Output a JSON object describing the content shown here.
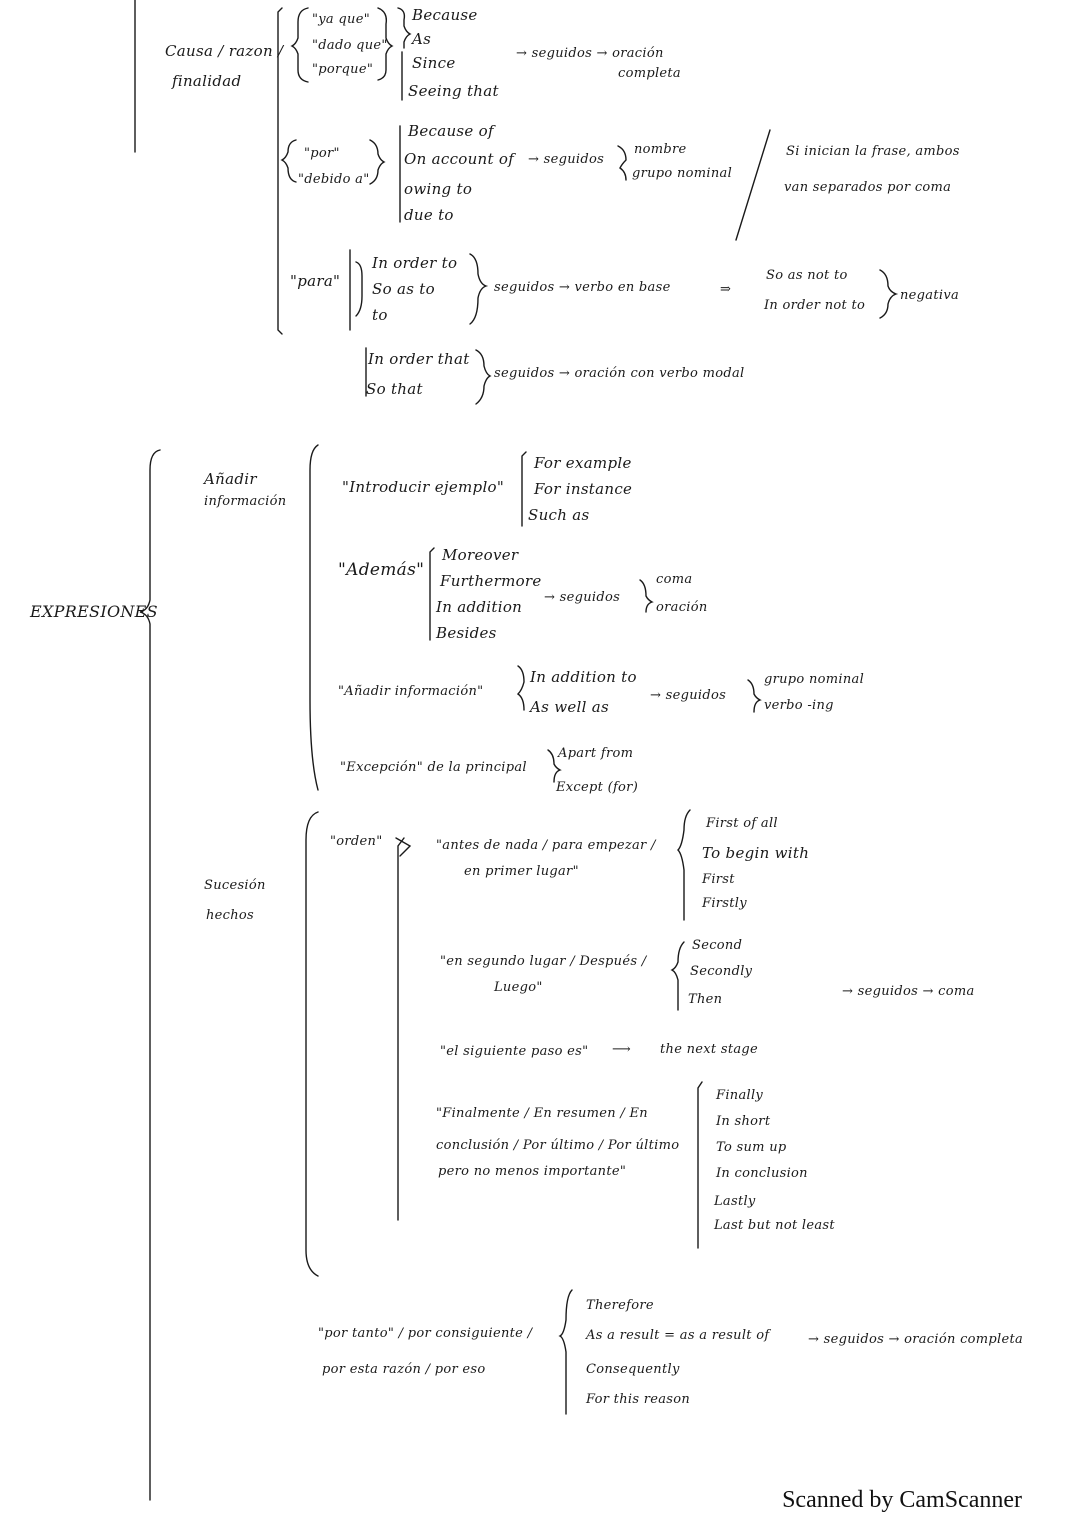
{
  "root_label": "EXPRESIONES",
  "causa": {
    "label_1": "Causa / razon /",
    "label_2": "finalidad",
    "group_a": {
      "es": [
        "\"ya que\"",
        "\"dado que\"",
        "\"porque\""
      ],
      "en": [
        "Because",
        "As",
        "Since",
        "Seeing that"
      ],
      "note_1": "→ seguidos → oración",
      "note_2": "completa"
    },
    "group_b": {
      "es": [
        "\"por\"",
        "\"debido a\""
      ],
      "en": [
        "Because of",
        "On account of",
        "owing to",
        "due to"
      ],
      "note": "→ seguidos",
      "options": [
        "nombre",
        "grupo nominal"
      ],
      "side_note_1": "Si inician la frase, ambos",
      "side_note_2": "van separados por coma"
    },
    "group_c": {
      "es": "\"para\"",
      "en": [
        "In order to",
        "So as to",
        "to"
      ],
      "note": "seguidos → verbo en base",
      "arrow": "⇒",
      "neg": [
        "So as not to",
        "In order not to"
      ],
      "neg_label": "negativa"
    },
    "group_d": {
      "en": [
        "In order that",
        "So that"
      ],
      "note": "seguidos → oración con verbo modal"
    }
  },
  "anadir": {
    "label_1": "Añadir",
    "label_2": "información",
    "ejemplo": {
      "es": "\"Introducir ejemplo\"",
      "en": [
        "For example",
        "For instance",
        "Such as"
      ]
    },
    "ademas": {
      "es": "\"Además\"",
      "en": [
        "Moreover",
        "Furthermore",
        "In addition",
        "Besides"
      ],
      "note": "→ seguidos",
      "options": [
        "coma",
        "oración"
      ]
    },
    "info": {
      "es": "\"Añadir información\"",
      "en": [
        "In addition to",
        "As well as"
      ],
      "note": "→ seguidos",
      "options": [
        "grupo nominal",
        "verbo -ing"
      ]
    },
    "excepcion": {
      "es": "\"Excepción\" de la principal",
      "en": [
        "Apart from",
        "Except (for)"
      ]
    }
  },
  "sucesion": {
    "label_1": "Sucesión",
    "label_2": "hechos",
    "orden": "\"orden\"",
    "primero": {
      "es_1": "\"antes de nada / para empezar /",
      "es_2": "en primer lugar\"",
      "en": [
        "First of all",
        "To begin with",
        "First",
        "Firstly"
      ]
    },
    "segundo": {
      "es_1": "\"en segundo lugar / Después /",
      "es_2": "Luego\"",
      "en": [
        "Second",
        "Secondly",
        "Then"
      ],
      "note": "→ seguidos → coma"
    },
    "siguiente": {
      "es": "\"el siguiente paso es\"",
      "arrow": "⟶",
      "en": "the next stage"
    },
    "final": {
      "es_1": "\"Finalmente / En resumen / En",
      "es_2": "conclusión / Por último / Por último",
      "es_3": "pero no menos importante\"",
      "en": [
        "Finally",
        "In short",
        "To sum up",
        "In conclusion",
        "Lastly",
        "Last but not least"
      ]
    },
    "consecuencia": {
      "es_1": "\"por tanto\" / por consiguiente /",
      "es_2": "por esta razón / por eso",
      "en": [
        "Therefore",
        "As a result = as a result of",
        "Consequently",
        "For this reason"
      ],
      "note": "→ seguidos → oración completa"
    }
  },
  "footer": "Scanned by CamScanner"
}
